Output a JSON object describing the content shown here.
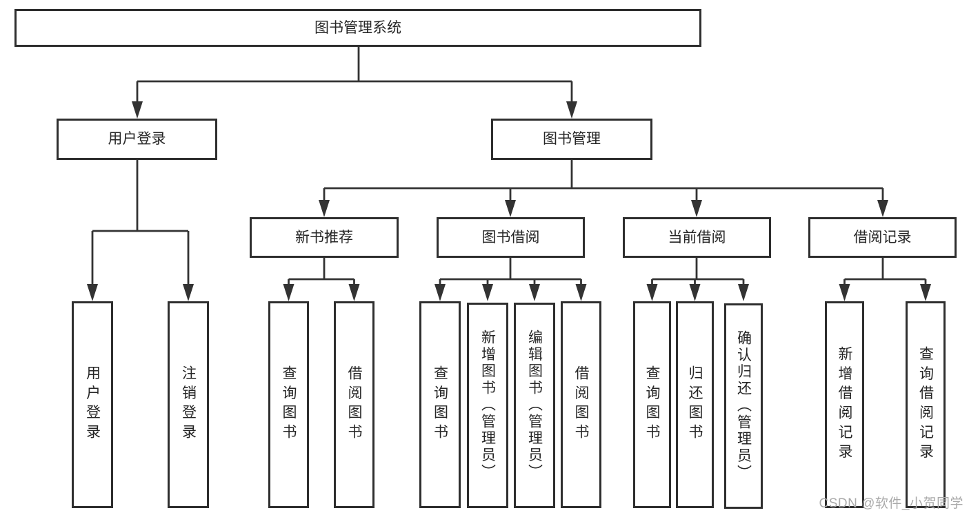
{
  "diagram": {
    "root": {
      "label": "图书管理系统"
    },
    "user_login": {
      "label": "用户登录",
      "children": [
        {
          "label": "用户登录"
        },
        {
          "label": "注销登录"
        }
      ]
    },
    "book_mgmt": {
      "label": "图书管理",
      "sections": [
        {
          "label": "新书推荐",
          "children": [
            {
              "label": "查询图书"
            },
            {
              "label": "借阅图书"
            }
          ]
        },
        {
          "label": "图书借阅",
          "children": [
            {
              "label": "查询图书"
            },
            {
              "label": "新增图书（管理员）"
            },
            {
              "label": "编辑图书（管理员）"
            },
            {
              "label": "借阅图书"
            }
          ]
        },
        {
          "label": "当前借阅",
          "children": [
            {
              "label": "查询图书"
            },
            {
              "label": "归还图书"
            },
            {
              "label": "确认归还（管理员）"
            }
          ]
        },
        {
          "label": "借阅记录",
          "children": [
            {
              "label": "新增借阅记录"
            },
            {
              "label": "查询借阅记录"
            }
          ]
        }
      ]
    }
  },
  "watermark": {
    "text": "CSDN @软件_小贺同学"
  },
  "colors": {
    "line": "#333333",
    "box_border": "#2e2e2e",
    "text": "#262626",
    "watermark": "#a9a9a9",
    "background": "#ffffff"
  }
}
